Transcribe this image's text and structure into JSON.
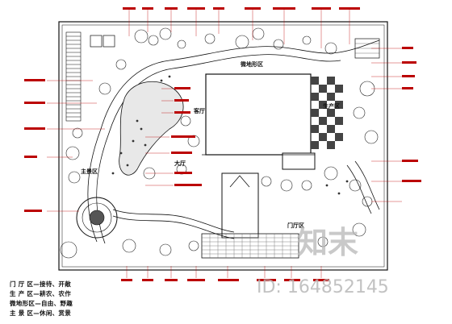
{
  "zones": {
    "main_view": "主景区",
    "hall": "大厅",
    "living_room": "客厅",
    "production": "生产区",
    "slope": "微地形区",
    "entrance": "门厅区"
  },
  "legend": [
    "门 厅 区—接待、开敞",
    "生 产 区—耕农、农作",
    "微地形区—自由、野趣",
    "主 景 区—休闲、赏景"
  ],
  "watermark": {
    "logo_text": "知末",
    "id_text": "ID: 164852145"
  },
  "colors": {
    "line": "#111111",
    "callout": "#b00000",
    "tree": "#222222"
  }
}
